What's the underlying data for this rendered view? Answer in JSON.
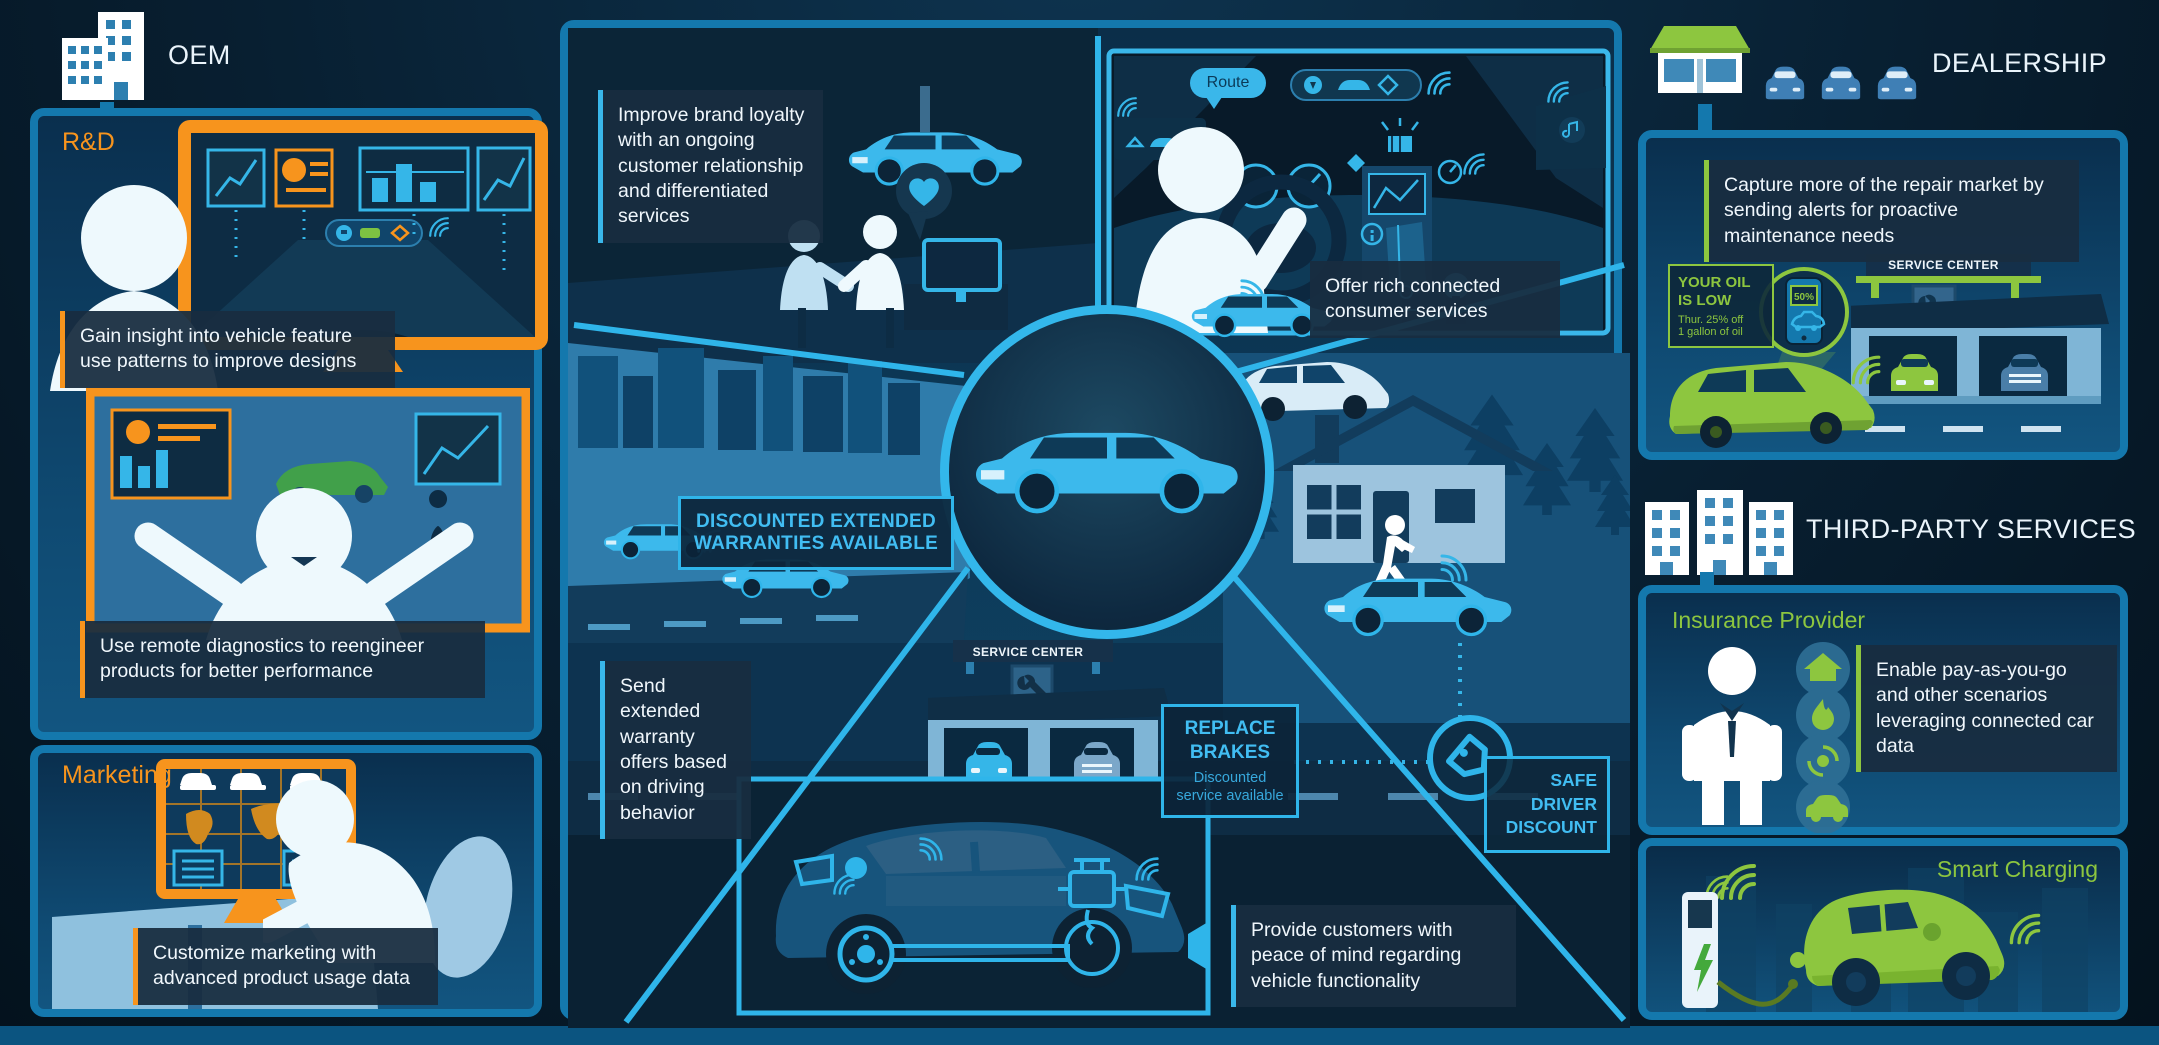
{
  "oem": {
    "title": "OEM",
    "rnd_label": "R&D",
    "marketing_label": "Marketing",
    "caption_insight": "Gain insight into vehicle feature use patterns to improve designs",
    "caption_diagnostics": "Use remote diagnostics to reengineer products for better performance",
    "caption_marketing": "Customize marketing with advanced product usage data"
  },
  "center": {
    "caption_brand_loyalty": "Improve brand loyalty with an ongoing customer relationship and differentiated services",
    "route_label": "Route",
    "caption_consumer_services": "Offer rich connected consumer services",
    "warranties_sign": "DISCOUNTED EXTENDED WARRANTIES AVAILABLE",
    "caption_send_warranty": "Send extended warranty offers based on driving behavior",
    "service_center_sign": "SERVICE CENTER",
    "replace_brakes_title": "REPLACE BRAKES",
    "replace_brakes_sub": "Discounted service available",
    "safe_driver_sign": "SAFE DRIVER DISCOUNT",
    "caption_peace_of_mind": "Provide customers with peace of mind regarding vehicle functionality"
  },
  "dealership": {
    "title": "DEALERSHIP",
    "caption_capture": "Capture more of the repair market by sending alerts for proactive maintenance needs",
    "oil_alert_line1": "YOUR OIL IS LOW",
    "oil_alert_line2": "Thur. 25% off",
    "oil_alert_line3": "1 gallon of oil",
    "phone_battery": "50%",
    "service_center_sign": "SERVICE CENTER"
  },
  "third_party": {
    "title": "THIRD-PARTY SERVICES",
    "insurance_label": "Insurance Provider",
    "caption_insurance": "Enable pay-as-you-go and other scenarios leveraging connected car data",
    "smart_charging_label": "Smart Charging"
  },
  "colors": {
    "panel_border": "#1478ad",
    "cyan_accent": "#2fb5ea",
    "orange_accent": "#f7941d",
    "green_accent": "#8dc63f",
    "caption_bg": "#1c3549",
    "background": "#071c2d"
  },
  "icons": {
    "oem": "office-building-icon",
    "dealership": "storefront-icon",
    "third_party": "buildings-icon",
    "wifi": "wireless-signal-icon",
    "wrench": "service-wrench-icon",
    "tag": "price-tag-icon",
    "heart": "heart-icon",
    "home": "home-icon",
    "flame": "flame-icon",
    "storm": "storm-swirl-icon",
    "car": "car-icon",
    "bolt": "charging-bolt-icon",
    "phone": "smartphone-icon"
  }
}
